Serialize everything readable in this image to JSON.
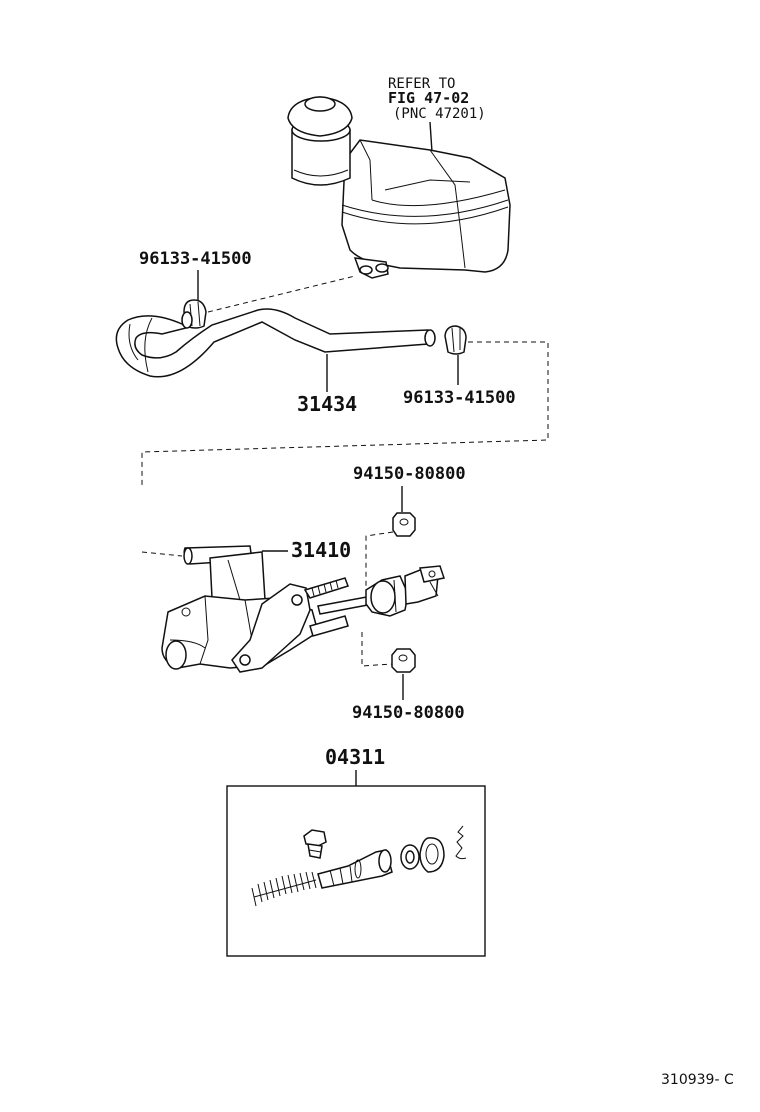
{
  "diagram": {
    "reference_note": {
      "line1": "REFER TO",
      "line2": "FIG 47-02",
      "line3": "(PNC 47201)"
    },
    "parts": {
      "clip_upper": "96133-41500",
      "hose": "31434",
      "clip_lower": "96133-41500",
      "nut_upper": "94150-80800",
      "master_cylinder": "31410",
      "nut_lower": "94150-80800",
      "repair_kit": "04311"
    },
    "figure_code": "310939- C"
  }
}
